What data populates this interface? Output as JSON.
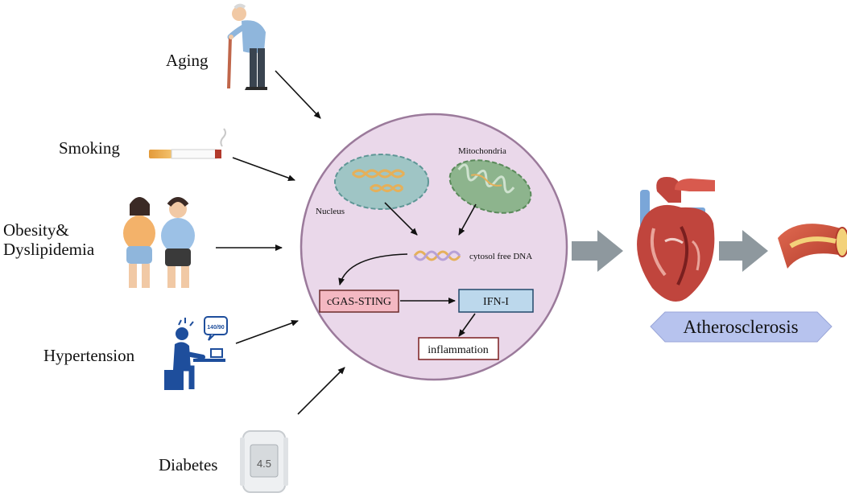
{
  "risk_factors": {
    "aging": "Aging",
    "smoking": "Smoking",
    "obesity": "Obesity&\nDyslipidemia",
    "hypertension": "Hypertension",
    "diabetes": "Diabetes",
    "bp_reading": "140/90",
    "glucose_reading": "4.5"
  },
  "cell": {
    "nucleus": "Nucleus",
    "mitochondria": "Mitochondria",
    "cytosol_dna": "cytosol free DNA",
    "cgas_sting": "cGAS-STING",
    "ifn": "IFN-I",
    "inflammation": "inflammation"
  },
  "outcome": {
    "label": "Atherosclerosis"
  },
  "colors": {
    "cell_fill": "#ead8ea",
    "cell_stroke": "#9b7a9b",
    "nucleus_fill": "#9fc5c5",
    "mito_fill": "#8db48d",
    "cgas_fill": "#f4b8c2",
    "ifn_fill": "#bcd8ec",
    "arrow_gray": "#8e989e",
    "hexagon_fill": "#b7c3ee",
    "heart_red": "#c0453d",
    "vessel_blue": "#7aa6d8"
  }
}
